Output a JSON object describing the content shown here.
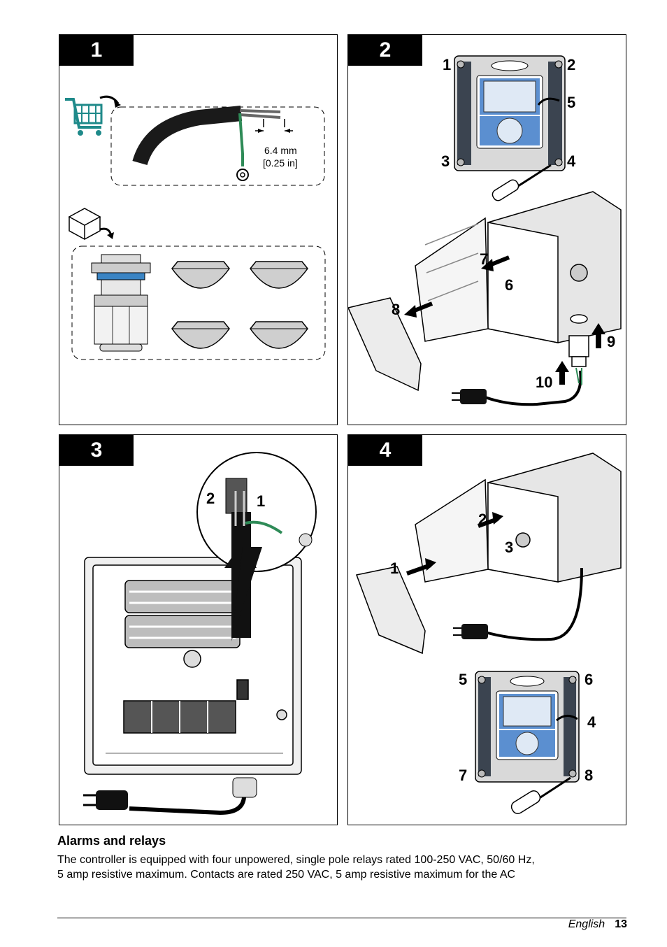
{
  "panels": [
    {
      "number": "1"
    },
    {
      "number": "2",
      "callouts": [
        "1",
        "2",
        "3",
        "4",
        "5",
        "6",
        "7",
        "8",
        "9",
        "10"
      ]
    },
    {
      "number": "3",
      "callouts": [
        "2",
        "1"
      ]
    },
    {
      "number": "4",
      "callouts": [
        "1",
        "2",
        "3",
        "4",
        "5",
        "6",
        "7",
        "8"
      ]
    }
  ],
  "panel1": {
    "dimension_mm": "6.4 mm",
    "dimension_in": "[0.25 in]"
  },
  "section": {
    "heading": "Alarms and relays",
    "body_line1": "The controller is equipped with four unpowered, single pole relays rated 100-250 VAC, 50/60 Hz,",
    "body_line2": "5 amp resistive maximum. Contacts are rated 250 VAC, 5 amp resistive maximum for the AC"
  },
  "footer": {
    "language": "English",
    "page_number": "13"
  },
  "colors": {
    "seal_blue": "#3a84c4",
    "ground_green": "#2e8b57",
    "screen_blue": "#5b8fd0"
  }
}
